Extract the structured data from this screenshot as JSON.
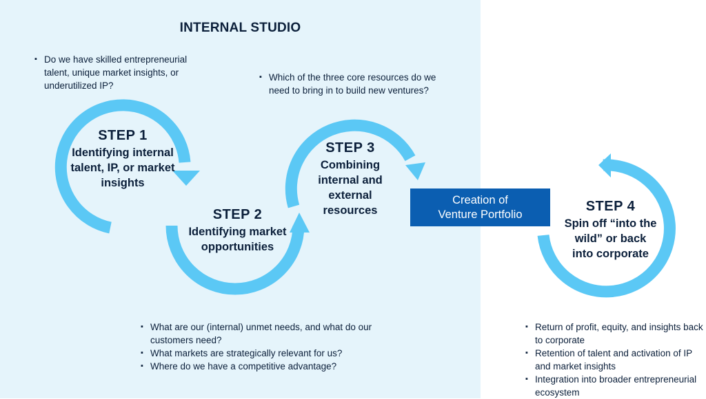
{
  "title": "INTERNAL STUDIO",
  "colors": {
    "arrow": "#5bc8f5",
    "studio_bg": "#e5f4fb",
    "portfolio_box": "#0b5eb1",
    "text": "#0b1f3a"
  },
  "steps": [
    {
      "num": "STEP 1",
      "desc": "Identifying internal talent, IP, or market insights"
    },
    {
      "num": "STEP 2",
      "desc": "Identifying market opportunities"
    },
    {
      "num": "STEP 3",
      "desc": "Combining internal and external resources"
    },
    {
      "num": "STEP 4",
      "desc": "Spin off “into the wild” or back into corporate"
    }
  ],
  "portfolio": {
    "line1": "Creation of",
    "line2": "Venture Portfolio"
  },
  "bullets_step1": [
    "Do we have skilled entrepreneurial talent, unique market insights, or underutilized IP?"
  ],
  "bullets_step3": [
    "Which of the three core resources do we need to bring in to build new ventures?"
  ],
  "bullets_step2": [
    "What are our (internal) unmet needs, and what do our customers need?",
    "What markets are strategically relevant for us?",
    "Where do we have a competitive advantage?"
  ],
  "bullets_step4": [
    "Return of profit, equity, and insights back to corporate",
    "Retention of talent and activation of IP and market insights",
    "Integration into broader entrepreneurial ecosystem"
  ]
}
